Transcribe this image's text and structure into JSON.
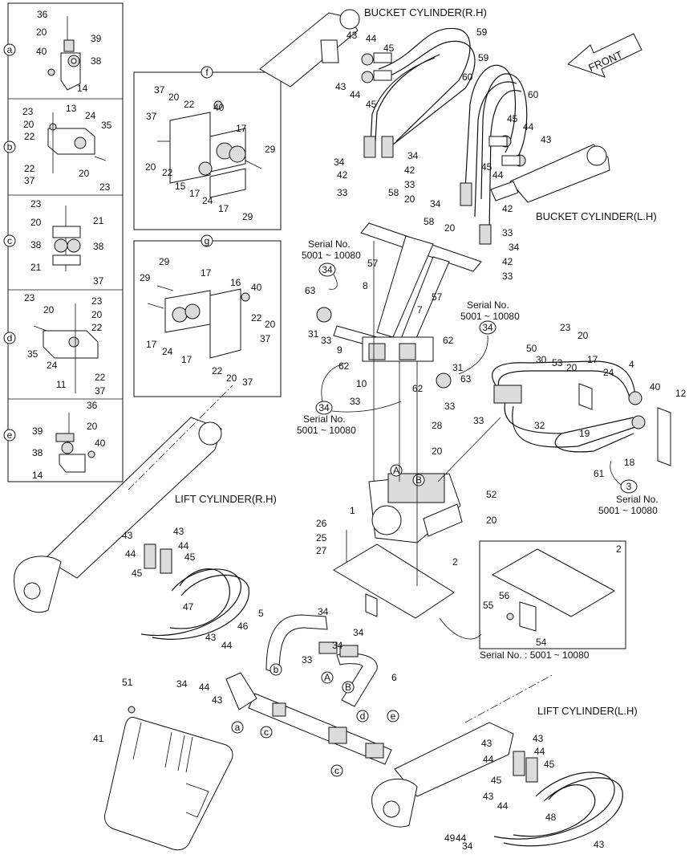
{
  "titles": {
    "bucket_rh": "BUCKET CYLINDER(R.H)",
    "bucket_lh": "BUCKET CYLINDER(L.H)",
    "lift_rh": "LIFT CYLINDER(R.H)",
    "lift_lh": "LIFT CYLINDER(L.H)",
    "front": "FRONT"
  },
  "serial": {
    "label": "Serial No.",
    "range": "5001 ~ 10080",
    "inset_caption": "Serial No. : 5001 ~ 10080"
  },
  "detail_letters": [
    "a",
    "b",
    "c",
    "d",
    "e",
    "f",
    "g",
    "A",
    "B"
  ],
  "circled_refs": [
    "34",
    "34",
    "34",
    "3"
  ],
  "callouts": {
    "a": [
      "36",
      "20",
      "39",
      "40",
      "38",
      "14"
    ],
    "b": [
      "23",
      "13",
      "24",
      "35",
      "20",
      "22",
      "22",
      "37",
      "20",
      "23"
    ],
    "c": [
      "23",
      "20",
      "21",
      "38",
      "38",
      "21",
      "37"
    ],
    "d": [
      "23",
      "23",
      "20",
      "20",
      "22",
      "35",
      "24",
      "11",
      "22",
      "37"
    ],
    "e": [
      "36",
      "20",
      "39",
      "38",
      "40",
      "14"
    ],
    "f": [
      "37",
      "20",
      "22",
      "40",
      "37",
      "17",
      "29",
      "20",
      "22",
      "15",
      "17",
      "24",
      "17",
      "29"
    ],
    "g": [
      "29",
      "17",
      "16",
      "40",
      "29",
      "22",
      "20",
      "37",
      "17",
      "24",
      "17",
      "22",
      "20",
      "37"
    ],
    "main": [
      "43",
      "44",
      "45",
      "43",
      "44",
      "45",
      "59",
      "60",
      "59",
      "60",
      "45",
      "44",
      "43",
      "45",
      "44",
      "34",
      "42",
      "33",
      "34",
      "42",
      "33",
      "58",
      "20",
      "34",
      "42",
      "33",
      "58",
      "20",
      "34",
      "42",
      "33",
      "57",
      "57",
      "8",
      "7",
      "63",
      "31",
      "33",
      "9",
      "62",
      "10",
      "62",
      "33",
      "31",
      "63",
      "33",
      "62",
      "50",
      "30",
      "17",
      "23",
      "20",
      "53",
      "20",
      "24",
      "4",
      "40",
      "12",
      "33",
      "32",
      "19",
      "18",
      "61",
      "28",
      "20",
      "52",
      "20",
      "1",
      "26",
      "25",
      "27",
      "2",
      "2",
      "56",
      "55",
      "54",
      "43",
      "44",
      "45",
      "45",
      "44",
      "43",
      "47",
      "46",
      "5",
      "34",
      "34",
      "33",
      "34",
      "44",
      "43",
      "44",
      "34",
      "43",
      "6",
      "51",
      "41",
      "43",
      "44",
      "43",
      "44",
      "45",
      "45",
      "44",
      "43",
      "49",
      "48",
      "43",
      "44",
      "34"
    ]
  }
}
